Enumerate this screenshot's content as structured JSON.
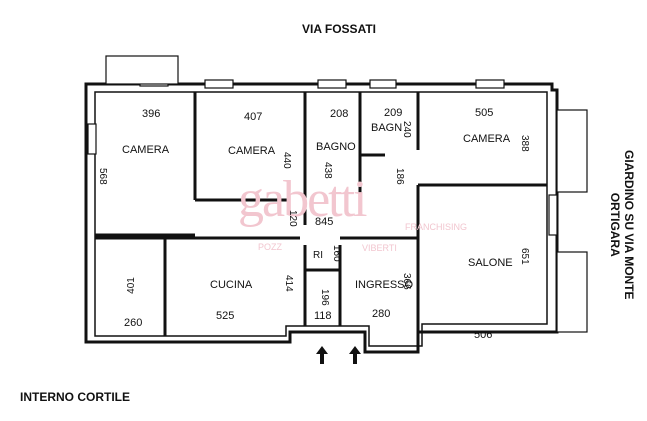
{
  "streets": {
    "top": "VIA FOSSATI",
    "bottom_left": "INTERNO CORTILE",
    "right_line1": "GIARDINO SU VIA MONTE",
    "right_line2": "ORTIGARA"
  },
  "rooms": {
    "camera_left": "CAMERA",
    "camera_mid": "CAMERA",
    "bagno": "BAGNO",
    "bagno_small": "BAGN",
    "camera_right": "CAMERA",
    "cucina": "CUCINA",
    "ingresso": "INGRESSO",
    "salone": "SALONE",
    "ri": "RI"
  },
  "dimensions": {
    "d396": "396",
    "d407": "407",
    "d208": "208",
    "d209": "209",
    "d505": "505",
    "d568": "568",
    "d440": "440",
    "d438": "438",
    "d240": "240",
    "d388": "388",
    "d186": "186",
    "d845": "845",
    "d120": "120",
    "d160": "160",
    "d651": "651",
    "d401": "401",
    "d414": "414",
    "d196": "196",
    "d366": "366",
    "d260": "260",
    "d525": "525",
    "d118": "118",
    "d280": "280",
    "d506": "506"
  },
  "watermark": {
    "logo": "gabetti",
    "sub_left": "POZZ",
    "sub_mid": "FRANCHISING",
    "sub_right": "VIBERTI"
  },
  "colors": {
    "wall": "#111111",
    "watermark": "#f2c6cf"
  }
}
